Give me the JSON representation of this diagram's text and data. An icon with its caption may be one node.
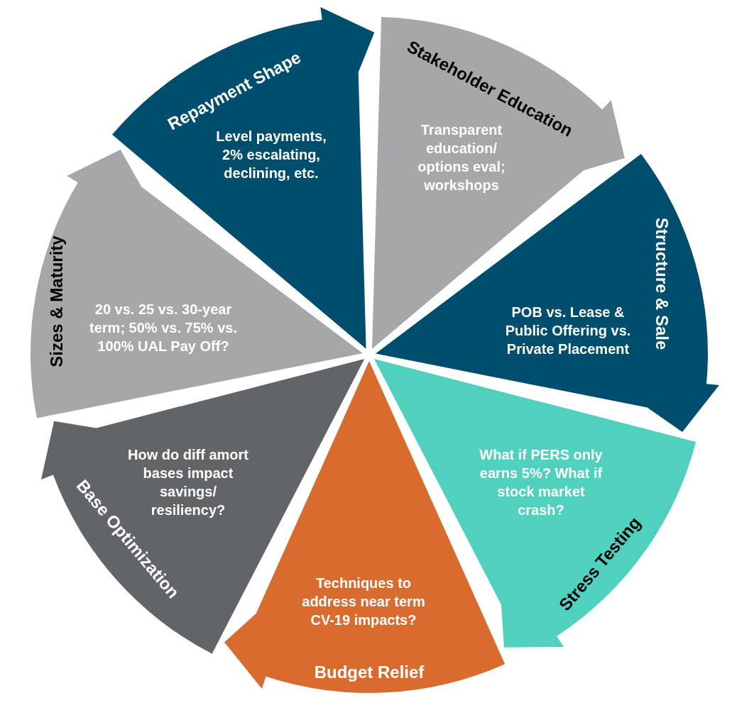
{
  "diagram": {
    "nodes": [
      {
        "text": [
          "Repayment Shape",
          "Level payments, 2% escalating, declining, etc."
        ]
      },
      {
        "text": [
          "Stakeholder Education",
          "Transparent education/ options eval; workshops"
        ]
      },
      {
        "text": [
          "Structure & Sale",
          "POB vs. Lease & Public Offering vs. Private Placement"
        ]
      },
      {
        "text": [
          "Stress Testing",
          "What if PERS only earns 5%? What if stock market crash?"
        ]
      },
      {
        "text": [
          "Techniques to address near term CV-19 impacts?",
          "Budget Relief"
        ]
      },
      {
        "text": [
          "Base Optimization",
          "How do diff amort bases impact savings/ resiliency?"
        ]
      },
      {
        "text": [
          "Sizes & Maturity",
          "20 vs. 25 vs. 30-year term; 50% vs. 75% vs. 100% UAL Pay Off?"
        ]
      }
    ]
  }
}
